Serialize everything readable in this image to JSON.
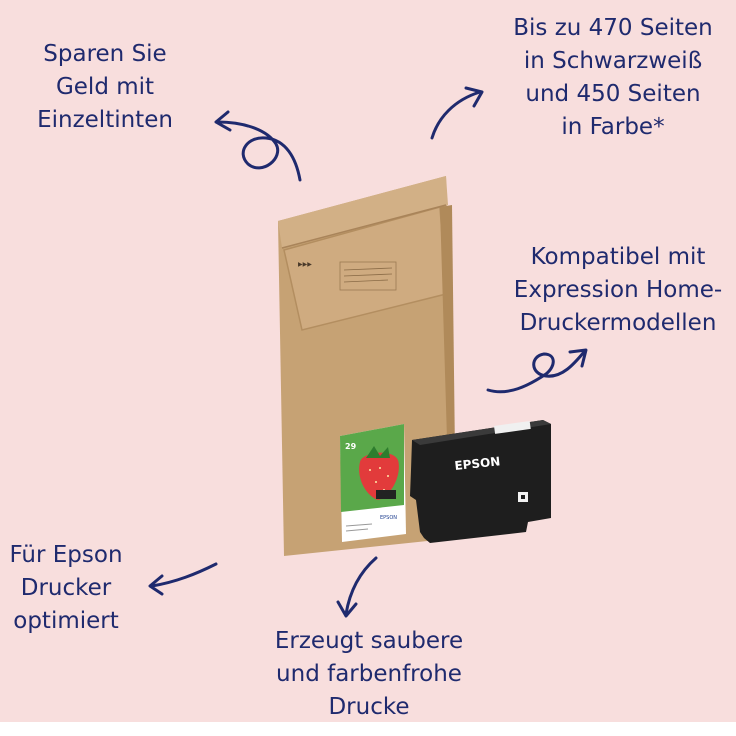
{
  "features": {
    "save": {
      "lines": [
        "Sparen Sie",
        "Geld mit",
        "Einzeltinten"
      ]
    },
    "pages": {
      "lines": [
        "Bis zu 470 Seiten",
        "in Schwarzweiß",
        "und 450 Seiten",
        "in Farbe*"
      ]
    },
    "compat": {
      "lines": [
        "Kompatibel mit",
        "Expression Home-",
        "Druckermodellen"
      ]
    },
    "epson": {
      "lines": [
        "Für Epson",
        "Drucker",
        "optimiert"
      ]
    },
    "prints": {
      "lines": [
        "Erzeugt saubere",
        "und farbenfrohe",
        "Drucke"
      ]
    }
  },
  "product": {
    "brand": "EPSON",
    "pack_number": "29",
    "icons": [
      "strawberry-icon",
      "ink-cartridge-icon"
    ],
    "colors": {
      "background": "#f8dedd",
      "text": "#1f2a6e",
      "cardboard": "#c8a478",
      "cartridge": "#1e1e1e",
      "pack_green": "#5aa84a",
      "strawberry": "#e23b3b"
    }
  }
}
